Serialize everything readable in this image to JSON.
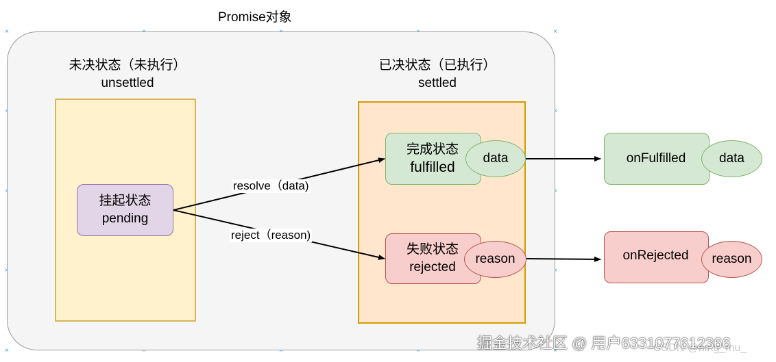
{
  "title": "Promise对象",
  "unsettled": {
    "label_cn": "未决状态（未执行）",
    "label_en": "unsettled"
  },
  "settled": {
    "label_cn": "已决状态（已执行）",
    "label_en": "settled"
  },
  "pending_box": {
    "line1": "挂起状态",
    "line2": "pending"
  },
  "fulfilled_box": {
    "line1": "完成状态",
    "line2": "fulfilled",
    "bubble": "data"
  },
  "rejected_box": {
    "line1": "失败状态",
    "line2": "rejected",
    "bubble": "reason"
  },
  "edges": {
    "resolve": "resolve（data)",
    "reject": "reject（reason)"
  },
  "on_fulfilled": {
    "label": "onFulfilled",
    "bubble": "data"
  },
  "on_rejected": {
    "label": "onRejected",
    "bubble": "reason"
  },
  "watermark": "掘金技术社区 @ 用户6331077612366",
  "csdn": "CSDN @ning_mu_",
  "colors": {
    "yellow_fill": "#fff2cc",
    "yellow_stroke": "#d6b656",
    "orange_fill": "#ffe6cc",
    "orange_stroke": "#d79b00",
    "purple_fill": "#e1d5e7",
    "purple_stroke": "#9673a6",
    "green_fill": "#d5e8d4",
    "green_stroke": "#82b366",
    "red_fill": "#f8cecc",
    "red_stroke": "#b85450"
  }
}
